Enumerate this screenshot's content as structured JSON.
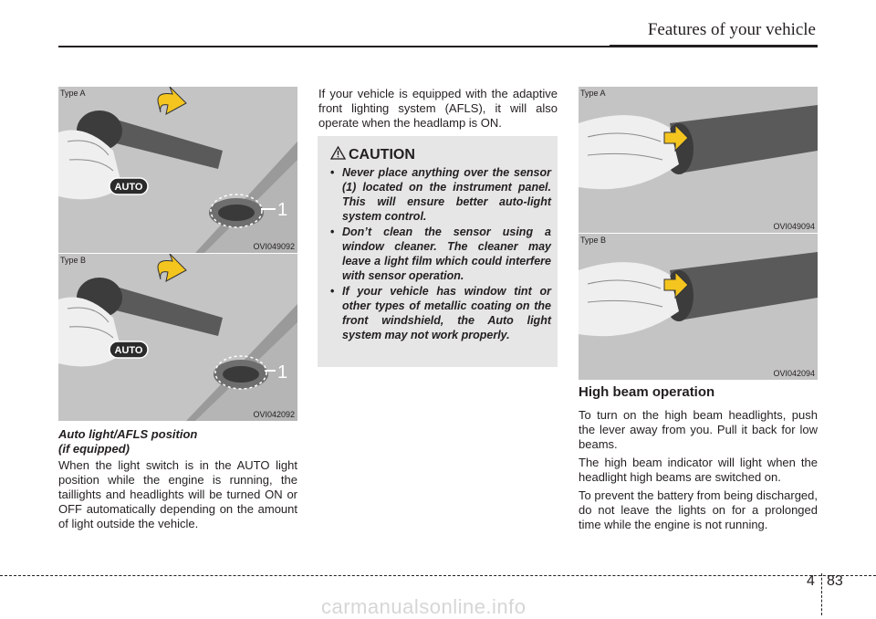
{
  "header": {
    "title": "Features of your vehicle"
  },
  "figures": {
    "left_a": {
      "type_label": "Type A",
      "code": "OVI049092",
      "badge": "AUTO",
      "callout": "1"
    },
    "left_b": {
      "type_label": "Type B",
      "code": "OVI042092",
      "badge": "AUTO",
      "callout": "1"
    },
    "right_a": {
      "type_label": "Type A",
      "code": "OVI049094"
    },
    "right_b": {
      "type_label": "Type B",
      "code": "OVI042094"
    }
  },
  "left": {
    "subhead_line1": "Auto light/AFLS position",
    "subhead_line2": "(if equipped)",
    "paragraph": "When the light switch is in the AUTO light position while the engine is running, the taillights and headlights will be turned ON or OFF automatically depending on the amount of light outside the vehicle."
  },
  "middle": {
    "paragraph": "If your vehicle is equipped with the adaptive front lighting system (AFLS), it will also operate when the headlamp is ON.",
    "caution": {
      "title": "CAUTION",
      "items": [
        "Never place anything over the sensor (1) located on the instrument panel. This will ensure better auto-light system control.",
        "Don’t clean the sensor using a window cleaner. The cleaner may leave a light film which could interfere with sensor operation.",
        "If your vehicle has window tint or other types of metallic coating on the front windshield, the Auto light system may not work properly."
      ]
    }
  },
  "right": {
    "section_title": "High beam operation",
    "paragraphs": [
      "To turn on the high beam headlights, push the lever away from you. Pull it back for low beams.",
      "The high beam indicator will light when the headlight high beams are switched on.",
      "To prevent the battery from being discharged, do not leave the lights on for a prolonged time while the engine is not running."
    ]
  },
  "footer": {
    "chapter": "4",
    "page": "83",
    "watermark": "carmanualsonline.info"
  },
  "colors": {
    "arrow_yellow": "#f4c51f",
    "figure_bg": "#c9c9c9",
    "caution_bg": "#e6e6e6",
    "text": "#231f20"
  }
}
